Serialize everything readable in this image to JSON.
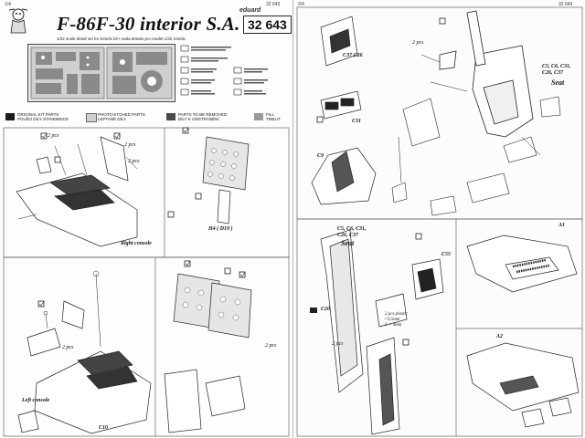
{
  "left": {
    "page_no": "1/4",
    "code_small": "32 643",
    "title": "F-86F-30 interior S.A.",
    "brand": "eduard",
    "code": "32 643",
    "subtitle": "1/32 scale detail set for Kinetic kit  •  sada detailu pro model 1/32 Kinetic",
    "legend": [
      {
        "text": "ORIGINAL KIT PARTS\nPOUŽIJ DÍLY STAVEBNICE",
        "fill": "#1a1a1a"
      },
      {
        "text": "PHOTO-ETCHED PARTS\nLEPTANÉ DÍLY",
        "fill": "#d0d0d0"
      },
      {
        "text": "PARTS TO BE REMOVED\nDÍLY K ODSTRANĚNÍ",
        "fill": "#4a4a4a"
      },
      {
        "text": "FILL\nTMELIT",
        "fill": "#9a9a9a"
      }
    ],
    "labels": {
      "right_console": "Right console",
      "h4": "H4 ( D19 )",
      "left_console": "Left console",
      "c10": "C10",
      "pcs2a": "2 pcs",
      "pcs2b": "2 pcs",
      "pcs2c": "2 pcs",
      "pcs2d": "2 pcs",
      "pcs2e": "2 pcs"
    }
  },
  "right": {
    "page_no": "2/4",
    "code_small": "32 643",
    "labels": {
      "c37c26": "C37 C26",
      "c31": "C31",
      "c9": "C9",
      "seat_ids_a": "C5, C6, C31,\nC26, C37",
      "seat_a": "Seat",
      "seat_ids_b": "C5, C6, C31,\nC26, C37",
      "seat_b": "Seat",
      "pcs2": "2 pcs",
      "c20": "C20",
      "c55": "C55",
      "plastic": "2 pcs plastic\n• 0,5mm\nL = 4mm",
      "a1": "A1",
      "a2": "A2",
      "pcs2b": "2 pcs"
    }
  }
}
